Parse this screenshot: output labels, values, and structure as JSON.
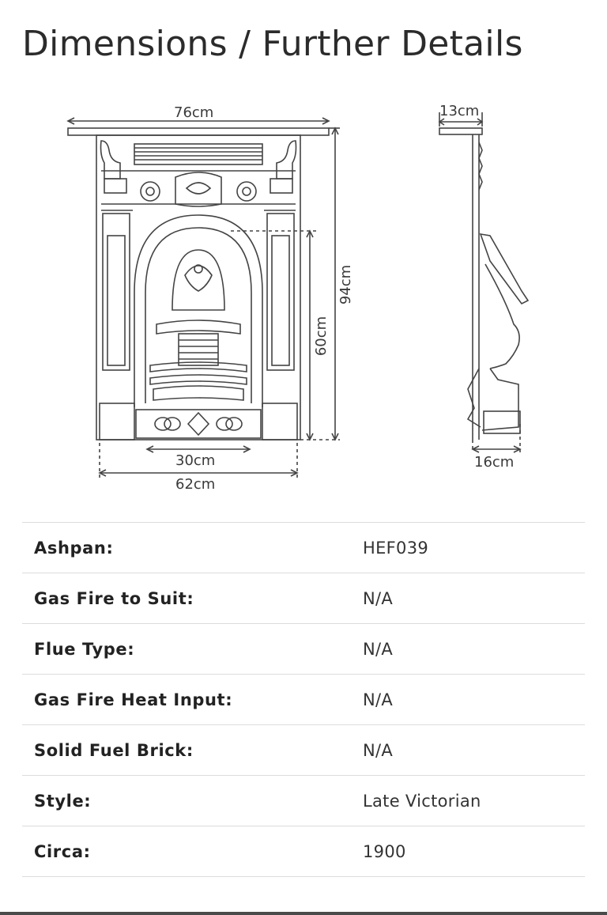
{
  "page": {
    "title": "Dimensions / Further Details"
  },
  "diagram": {
    "front_width_top": "76cm",
    "front_height_total": "94cm",
    "front_opening_height": "60cm",
    "front_opening_width": "30cm",
    "front_base_width": "62cm",
    "side_depth_top": "13cm",
    "side_depth_bottom": "16cm"
  },
  "specs": [
    {
      "label": "Ashpan:",
      "value": "HEF039"
    },
    {
      "label": "Gas Fire to Suit:",
      "value": "N/A"
    },
    {
      "label": "Flue Type:",
      "value": "N/A"
    },
    {
      "label": "Gas Fire Heat Input:",
      "value": "N/A"
    },
    {
      "label": "Solid Fuel Brick:",
      "value": "N/A"
    },
    {
      "label": "Style:",
      "value": "Late Victorian"
    },
    {
      "label": "Circa:",
      "value": "1900"
    }
  ]
}
